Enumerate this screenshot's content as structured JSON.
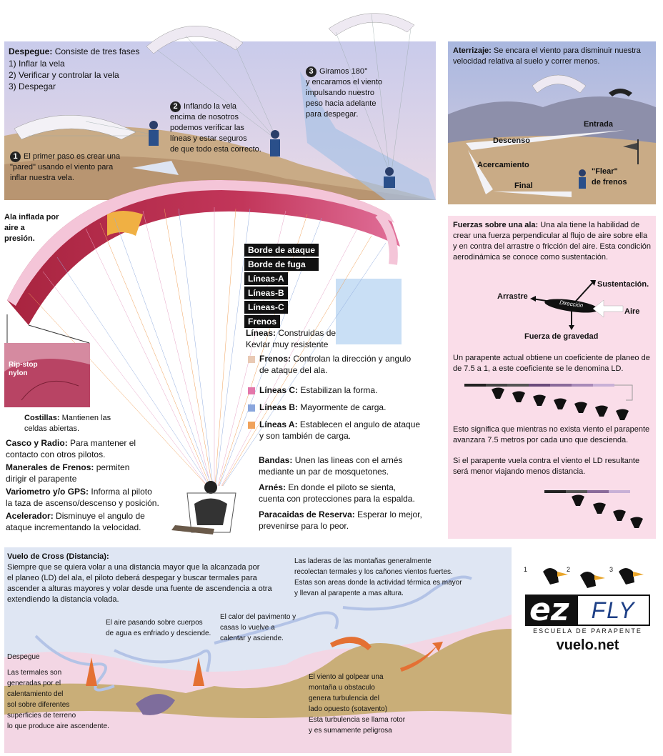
{
  "despegue": {
    "title": "Despegue:",
    "intro": "Consiste de tres fases",
    "steps": [
      "1) Inflar la vela",
      "2) Verificar y controlar la vela",
      "3) Despegar"
    ],
    "step1": {
      "num": "1",
      "text1": "El primer paso es crear una",
      "text2": "\"pared\" usando el viento para",
      "text3": "inflar nuestra vela."
    },
    "step2": {
      "num": "2",
      "text1": "Inflando la vela",
      "text2": "encima de nosotros",
      "text3": "podemos verificar las",
      "text4": "líneas y estar seguros",
      "text5": "de que todo esta correcto."
    },
    "step3": {
      "num": "3",
      "text1": "Giramos 180°",
      "text2": "y encaramos el viento",
      "text3": "impulsando nuestro",
      "text4": "peso hacia adelante",
      "text5": "para despegar."
    }
  },
  "aterrizaje": {
    "title": "Aterrizaje:",
    "text1": "Se encara el viento para disminuir nuestra",
    "text2": "velocidad relativa al suelo y correr menos.",
    "labels": {
      "entrada": "Entrada",
      "descenso": "Descenso",
      "acercamiento": "Acercamiento",
      "final": "Final",
      "flear1": "\"Flear\"",
      "flear2": "de frenos"
    }
  },
  "wing": {
    "inflada1": "Ala inflada por",
    "inflada2": "aire a",
    "inflada3": "presión.",
    "tags": [
      "Borde de ataque",
      "Borde de fuga",
      "Líneas-A",
      "Líneas-B",
      "Líneas-C",
      "Frenos"
    ],
    "ripstop1": "Rip-stop",
    "ripstop2": "nylon",
    "costillas_title": "Costillas:",
    "costillas_text1": "Mantienen las",
    "costillas_text2": "celdas abiertas.",
    "lineas_title": "Líneas:",
    "lineas_text1": "Construidas de",
    "lineas_text2": "Kevlar muy resistente"
  },
  "legend": [
    {
      "color": "#e9c9b4",
      "title": "Frenos:",
      "text1": "Controlan la dirección y angulo",
      "text2": "de ataque del ala."
    },
    {
      "color": "#e377aa",
      "title": "Líneas C:",
      "text1": "Estabilizan la forma.",
      "text2": ""
    },
    {
      "color": "#8aa6dd",
      "title": "Líneas B:",
      "text1": "Mayormente de carga.",
      "text2": ""
    },
    {
      "color": "#f0a25b",
      "title": "Líneas A:",
      "text1": "Establecen el angulo de ataque",
      "text2": "y son también de carga."
    }
  ],
  "equip_left": [
    {
      "title": "Casco y Radio:",
      "text1": "Para mantener el",
      "text2": "contacto con otros pilotos."
    },
    {
      "title": "Manerales de Frenos:",
      "text1": "permiten",
      "text2": "dirigir el parapente"
    },
    {
      "title": "Variometro y/o GPS:",
      "text1": "Informa al piloto",
      "text2": "la taza de ascenso/descenso y posición."
    },
    {
      "title": "Acelerador:",
      "text1": "Disminuye el angulo de",
      "text2": "ataque incrementando la velocidad."
    }
  ],
  "equip_right": [
    {
      "title": "Bandas:",
      "text1": "Unen las lineas con el arnés",
      "text2": "mediante un par de mosquetones."
    },
    {
      "title": "Arnés:",
      "text1": "En donde el piloto se sienta,",
      "text2": "cuenta con protecciones para la espalda."
    },
    {
      "title": "Paracaidas de Reserva:",
      "text1": "Esperar lo mejor,",
      "text2": "prevenirse para lo peor."
    }
  ],
  "fuerzas": {
    "title": "Fuerzas sobre una ala:",
    "text1": "Una ala tiene la habilidad de",
    "text2": "crear una fuerza perpendicular al flujo de aire sobre ella",
    "text3": "y en contra del arrastre o fricción del aire. Esta condición",
    "text4": "aerodinámica se conoce como sustentación.",
    "arrastre": "Arrastre",
    "sustentacion": "Sustentación.",
    "aire": "Aire",
    "direccion": "Dirección",
    "gravedad": "Fuerza de gravedad",
    "ld1": "Un parapente actual obtiene un coeficiente de planeo de",
    "ld2": "de 7.5 a 1, a este coeficiente se le denomina LD.",
    "sig1": "Esto significa que mientras no exista viento el parapente",
    "sig2": "avanzara 7.5 metros por cada uno que descienda.",
    "contra1": "Si el parapente vuela contra el viento el LD resultante",
    "contra2": "será menor viajando menos distancia."
  },
  "cross": {
    "title": "Vuelo de Cross (Distancia):",
    "text1": "Siempre que se quiera volar a una distancia mayor que la alcanzada por",
    "text2": "el planeo (LD) del ala, el piloto deberá despegar y buscar termales para",
    "text3": "ascender a alturas mayores y volar desde una fuente de ascendencia a otra",
    "text4": "extendiendo la distancia volada.",
    "laderas1": "Las laderas de las montañas generalmente",
    "laderas2": "recolectan termales y los cañones vientos fuertes.",
    "laderas3": "Estas son areas donde la actividad térmica es mayor",
    "laderas4": "y llevan al parapente a mas altura.",
    "aire1": "El aire pasando sobre cuerpos",
    "aire2": "de agua es enfriado y desciende.",
    "calor1": "El calor del pavimento y",
    "calor2": "casas lo vuelve a",
    "calor3": "calentar y asciende.",
    "despegue": "Despegue",
    "term1": "Las termales son",
    "term2": "generadas por el",
    "term3": "calentamiento del",
    "term4": "sol sobre diferentes",
    "term5": "superficies de terreno",
    "term6": "lo que produce aire ascendente.",
    "viento1": "El viento al golpear una",
    "viento2": "montaña u obstaculo",
    "viento3": "genera turbulencia del",
    "viento4": "lado opuesto (sotavento)",
    "viento5": "Esta turbulencia se llama rotor",
    "viento6": "y es sumamente peligrosa"
  },
  "brand": {
    "steps": [
      "1",
      "2",
      "3"
    ],
    "logo_ez": "ez",
    "logo_fly": "FLY",
    "tagline": "ESCUELA DE PARAPENTE",
    "site": "vuelo.net"
  }
}
